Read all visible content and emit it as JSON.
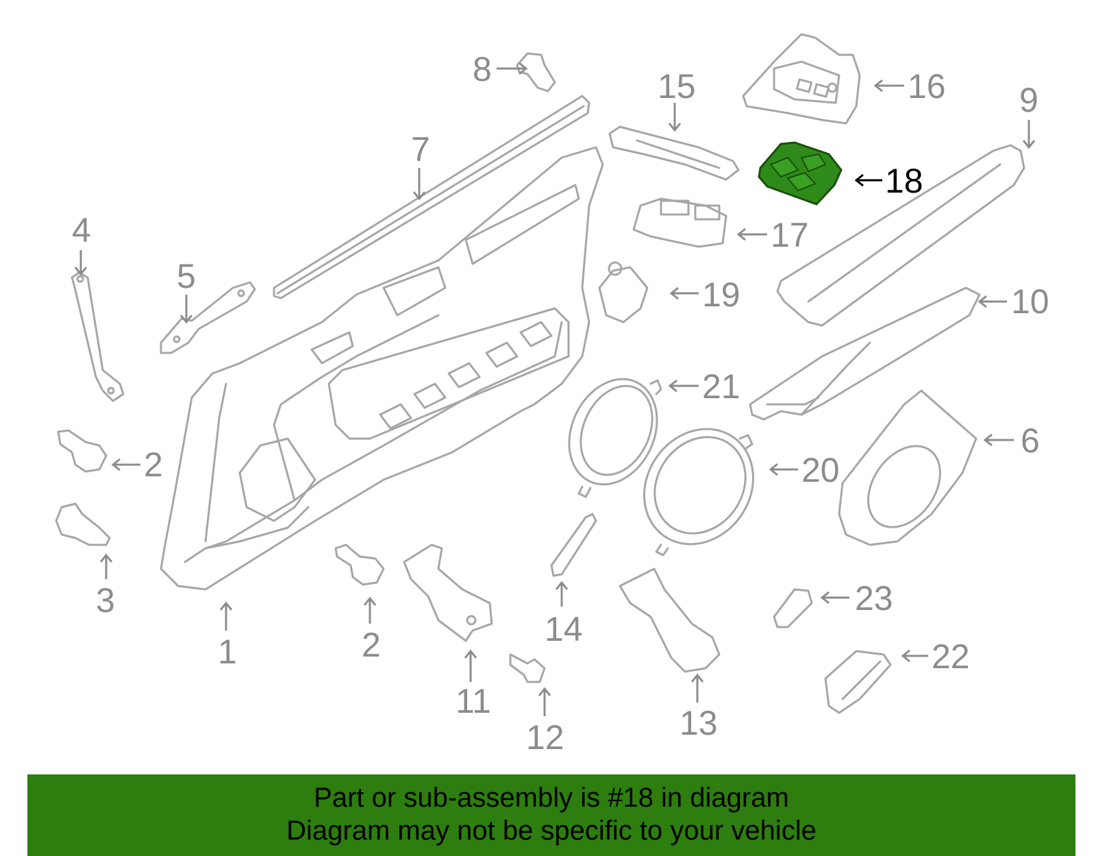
{
  "colors": {
    "part_outline": "#a6a6a6",
    "callout_text": "#8c8c8c",
    "highlight_fill": "#2e8b1a",
    "banner_bg": "#2d7d0f",
    "banner_text": "#000000"
  },
  "highlighted_part": "18",
  "callouts": [
    {
      "id": "1",
      "label": "1"
    },
    {
      "id": "2a",
      "label": "2"
    },
    {
      "id": "2b",
      "label": "2"
    },
    {
      "id": "3",
      "label": "3"
    },
    {
      "id": "4",
      "label": "4"
    },
    {
      "id": "5",
      "label": "5"
    },
    {
      "id": "6",
      "label": "6"
    },
    {
      "id": "7",
      "label": "7"
    },
    {
      "id": "8",
      "label": "8"
    },
    {
      "id": "9",
      "label": "9"
    },
    {
      "id": "10",
      "label": "10"
    },
    {
      "id": "11",
      "label": "11"
    },
    {
      "id": "12",
      "label": "12"
    },
    {
      "id": "13",
      "label": "13"
    },
    {
      "id": "14",
      "label": "14"
    },
    {
      "id": "15",
      "label": "15"
    },
    {
      "id": "16",
      "label": "16"
    },
    {
      "id": "17",
      "label": "17"
    },
    {
      "id": "18",
      "label": "18"
    },
    {
      "id": "19",
      "label": "19"
    },
    {
      "id": "20",
      "label": "20"
    },
    {
      "id": "21",
      "label": "21"
    },
    {
      "id": "22",
      "label": "22"
    },
    {
      "id": "23",
      "label": "23"
    }
  ],
  "banner": {
    "line1": "Part or sub-assembly is #18 in diagram",
    "line2": "Diagram may not be specific to your vehicle"
  }
}
